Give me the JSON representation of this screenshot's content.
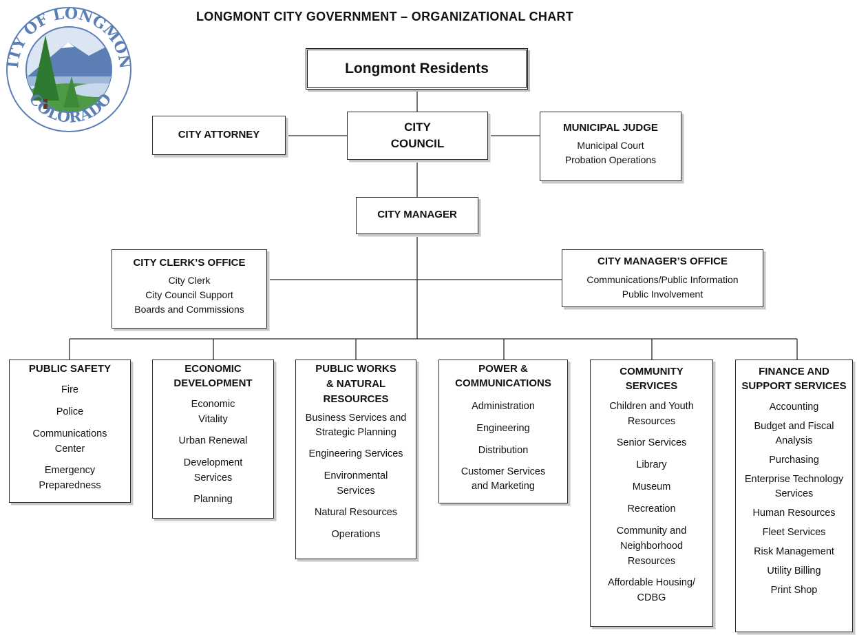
{
  "title": "LONGMONT CITY GOVERNMENT – ORGANIZATIONAL CHART",
  "logo": {
    "top_text": "CITY OF LONGMONT",
    "bottom_text": "COLORADO"
  },
  "top": {
    "residents": "Longmont Residents",
    "council": "CITY\nCOUNCIL",
    "attorney": "CITY ATTORNEY",
    "judge": {
      "title": "MUNICIPAL JUDGE",
      "items": [
        "Municipal Court",
        "Probation Operations"
      ]
    },
    "manager": "CITY MANAGER",
    "clerk": {
      "title": "CITY CLERK’S OFFICE",
      "items": [
        "City Clerk",
        "City Council Support",
        "Boards and Commissions"
      ]
    },
    "managers_office": {
      "title": "CITY MANAGER’S OFFICE",
      "items": [
        "Communications/Public Information",
        "Public Involvement"
      ]
    }
  },
  "departments": [
    {
      "title": "PUBLIC SAFETY",
      "items": [
        "Fire",
        "Police",
        "Communications\nCenter",
        "Emergency\nPreparedness"
      ]
    },
    {
      "title": "ECONOMIC\nDEVELOPMENT",
      "items": [
        "Economic\nVitality",
        "Urban Renewal",
        "Development\nServices",
        "Planning"
      ]
    },
    {
      "title": "PUBLIC WORKS\n& NATURAL\nRESOURCES",
      "items": [
        "Business Services and\nStrategic Planning",
        "Engineering Services",
        "Environmental\nServices",
        "Natural Resources",
        "Operations"
      ]
    },
    {
      "title": "POWER &\nCOMMUNICATIONS",
      "items": [
        "Administration",
        "Engineering",
        "Distribution",
        "Customer Services\nand Marketing"
      ]
    },
    {
      "title": "COMMUNITY\nSERVICES",
      "items": [
        "Children and Youth\nResources",
        "Senior Services",
        "Library",
        "Museum",
        "Recreation",
        "Community and\nNeighborhood\nResources",
        "Affordable Housing/\nCDBG"
      ]
    },
    {
      "title": "FINANCE AND\nSUPPORT SERVICES",
      "items": [
        "Accounting",
        "Budget and Fiscal\nAnalysis",
        "Purchasing",
        "Enterprise Technology\nServices",
        "Human Resources",
        "Fleet Services",
        "Risk Management",
        "Utility Billing",
        "Print Shop"
      ]
    }
  ],
  "colors": {
    "line": "#2b2b2b",
    "logo_green": "#3f8a3a",
    "logo_blue": "#5b7fb5"
  }
}
